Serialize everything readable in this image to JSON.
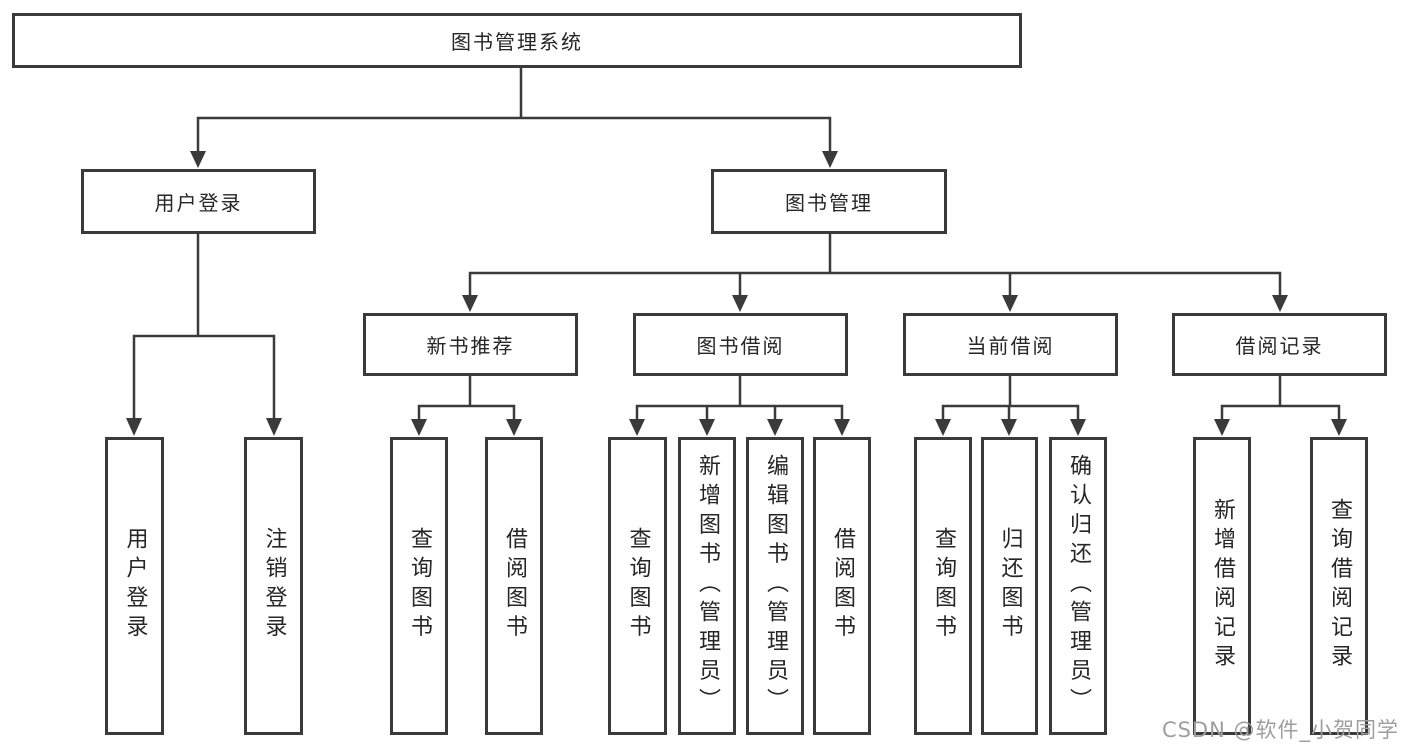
{
  "tree": {
    "root": {
      "label": "图书管理系统",
      "children": [
        {
          "label": "用户登录",
          "children": [
            {
              "label": "用户登录"
            },
            {
              "label": "注销登录"
            }
          ]
        },
        {
          "label": "图书管理",
          "children": [
            {
              "label": "新书推荐",
              "children": [
                {
                  "label": "查询图书"
                },
                {
                  "label": "借阅图书"
                }
              ]
            },
            {
              "label": "图书借阅",
              "children": [
                {
                  "label": "查询图书"
                },
                {
                  "label": "新增图书（管理员）"
                },
                {
                  "label": "编辑图书（管理员）"
                },
                {
                  "label": "借阅图书"
                }
              ]
            },
            {
              "label": "当前借阅",
              "children": [
                {
                  "label": "查询图书"
                },
                {
                  "label": "归还图书"
                },
                {
                  "label": "确认归还（管理员）"
                }
              ]
            },
            {
              "label": "借阅记录",
              "children": [
                {
                  "label": "新增借阅记录"
                },
                {
                  "label": "查询借阅记录"
                }
              ]
            }
          ]
        }
      ]
    }
  },
  "watermark": {
    "text": "CSDN @软件_小贺同学"
  },
  "colors": {
    "line": "#3a3a3a",
    "box_border": "#3a3a3a",
    "text": "#262626",
    "background": "#ffffff",
    "watermark": "#9e9e9e"
  }
}
